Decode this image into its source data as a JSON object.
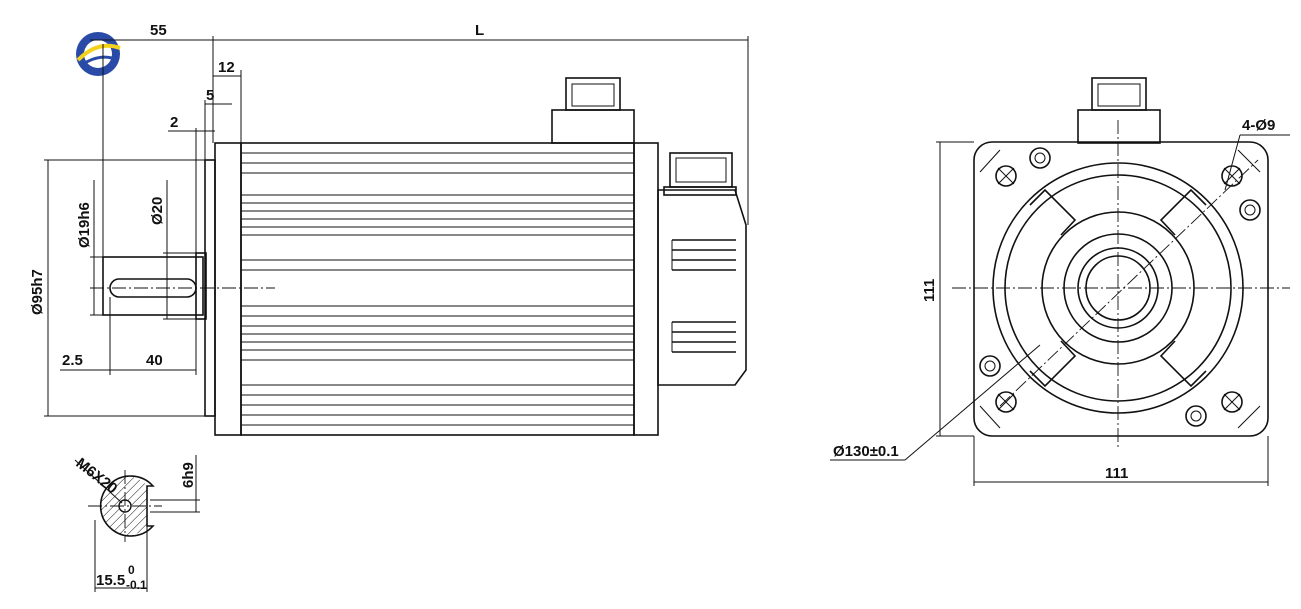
{
  "dimensions": {
    "shaft_length": "55",
    "overall_length": "L",
    "flange_thickness": "12",
    "pilot_depth": "5",
    "step_2": "2",
    "shaft_dia": "Ø19h6",
    "step_dia": "Ø20",
    "pilot_dia": "Ø95h7",
    "key_offset": "2.5",
    "key_length": "40",
    "front_height": "111",
    "front_width": "111",
    "bolt_circle": "Ø130±0.1",
    "mount_holes": "4-Ø9",
    "key_width": "6h9",
    "thread": "M6X20",
    "shaft_section": "15.5",
    "tol_upper": "0",
    "tol_lower": "-0.1"
  },
  "colors": {
    "line": "#111111",
    "logo_blue": "#2a4aa8",
    "logo_yellow": "#f2d21c"
  },
  "icons": {
    "logo": "company-logo-icon"
  }
}
